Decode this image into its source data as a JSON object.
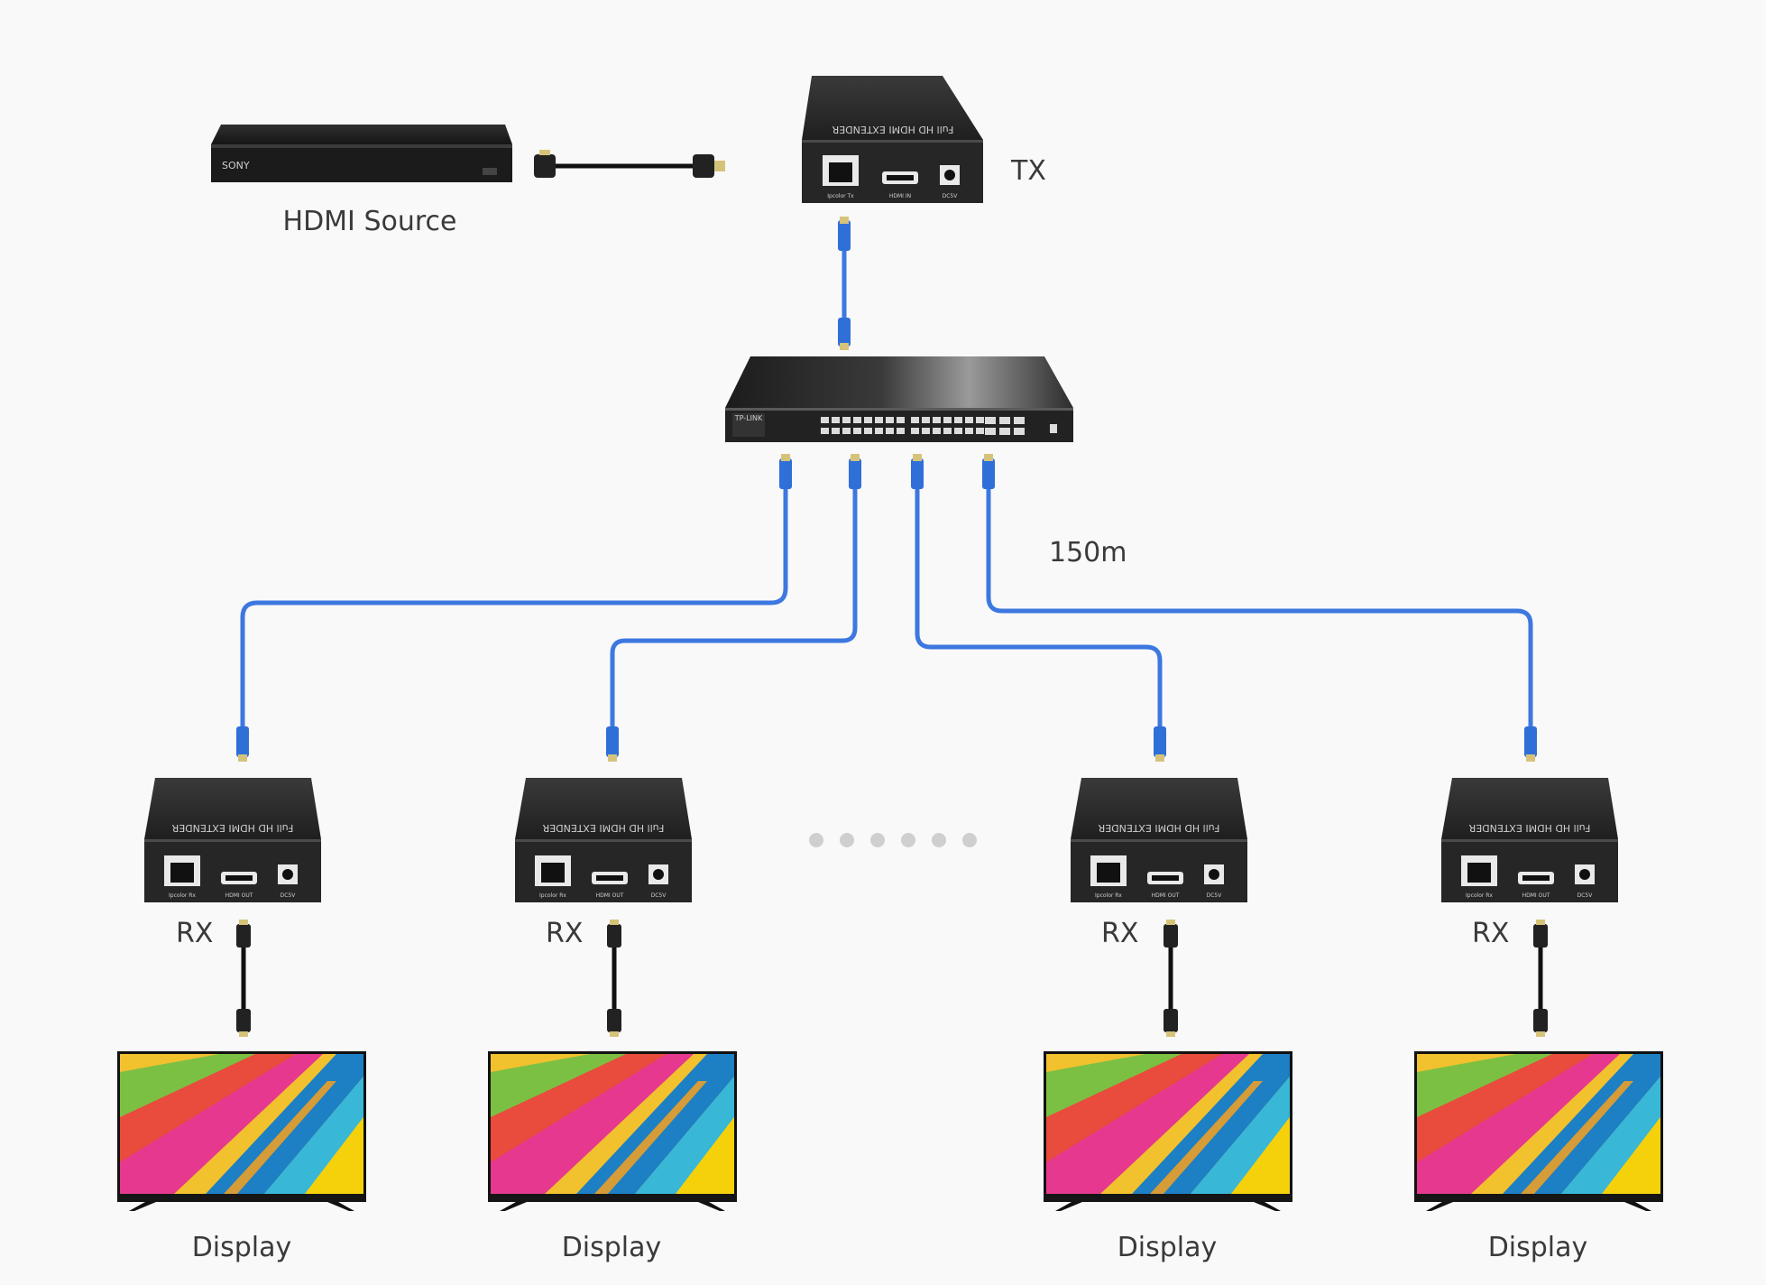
{
  "source": {
    "label": "HDMI Source",
    "brand": "SONY"
  },
  "transmitter": {
    "label": "TX",
    "top_text": "Full HD HDMI EXTENDER",
    "ports": [
      "Ipcolor Tx",
      "HDMI IN",
      "DC5V"
    ]
  },
  "switch": {
    "brand": "TP-LINK"
  },
  "cable_length": "150m",
  "receiver_top_text": "Full HD HDMI EXTENDER",
  "receiver_ports": [
    "Ipcolor Rx",
    "HDMI OUT",
    "DC5V"
  ],
  "receivers": [
    {
      "label": "RX",
      "display_label": "Display"
    },
    {
      "label": "RX",
      "display_label": "Display"
    },
    {
      "label": "RX",
      "display_label": "Display"
    },
    {
      "label": "RX",
      "display_label": "Display"
    }
  ],
  "colors": {
    "background": "#f9f9f9",
    "cat_cable": "#3d78e0",
    "device_body": "#2a2a2a",
    "label_text": "#3a3a3a",
    "dots": "#cfcfcf"
  }
}
